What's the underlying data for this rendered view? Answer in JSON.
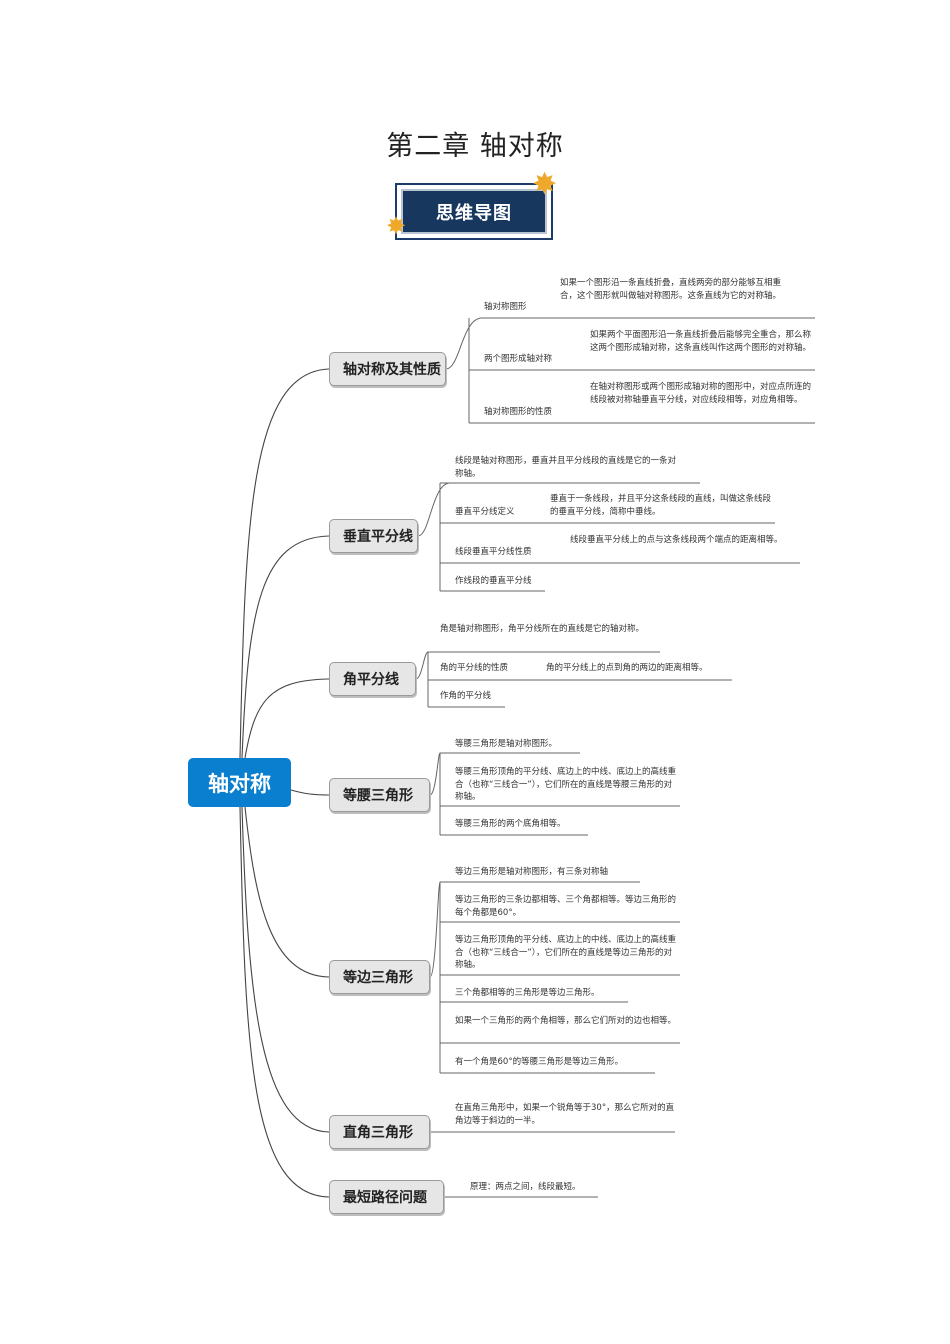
{
  "title": "第二章  轴对称",
  "banner": "思维导图",
  "root": "轴对称",
  "branches": [
    {
      "label": "轴对称及其性质",
      "items": [
        {
          "label": "轴对称图形",
          "detail": "如果一个图形沿一条直线折叠，直线两旁的部分能够互相重合，这个图形就叫做轴对称图形。这条直线为它的对称轴。"
        },
        {
          "label": "两个图形成轴对称",
          "detail": "如果两个平面图形沿一条直线折叠后能够完全重合，那么称这两个图形成轴对称，这条直线叫作这两个图形的对称轴。"
        },
        {
          "label": "轴对称图形的性质",
          "detail": "在轴对称图形或两个图形成轴对称的图形中，对应点所连的线段被对称轴垂直平分线，对应线段相等，对应角相等。"
        }
      ]
    },
    {
      "label": "垂直平分线",
      "items": [
        {
          "label": "线段是轴对称图形，垂直并且平分线段的直线是它的一条对称轴。"
        },
        {
          "label": "垂直平分线定义",
          "detail": "垂直于一条线段，并且平分这条线段的直线，叫做这条线段的垂直平分线，简称中垂线。"
        },
        {
          "label": "线段垂直平分线性质",
          "detail": "线段垂直平分线上的点与这条线段两个端点的距离相等。"
        },
        {
          "label": "作线段的垂直平分线"
        }
      ]
    },
    {
      "label": "角平分线",
      "items": [
        {
          "label": "角是轴对称图形，角平分线所在的直线是它的轴对称。"
        },
        {
          "label": "角的平分线的性质",
          "detail": "角的平分线上的点到角的两边的距离相等。"
        },
        {
          "label": "作角的平分线"
        }
      ]
    },
    {
      "label": "等腰三角形",
      "items": [
        {
          "label": "等腰三角形是轴对称图形。"
        },
        {
          "label": "等腰三角形顶角的平分线、底边上的中线、底边上的高线重合（也称“三线合一”），它们所在的直线是等腰三角形的对称轴。"
        },
        {
          "label": "等腰三角形的两个底角相等。"
        }
      ]
    },
    {
      "label": "等边三角形",
      "items": [
        {
          "label": "等边三角形是轴对称图形，有三条对称轴"
        },
        {
          "label": "等边三角形的三条边都相等、三个角都相等。等边三角形的每个角都是60°。"
        },
        {
          "label": "等边三角形顶角的平分线、底边上的中线、底边上的高线重合（也称“三线合一”），它们所在的直线是等边三角形的对称轴。"
        },
        {
          "label": "三个角都相等的三角形是等边三角形。"
        },
        {
          "label": "如果一个三角形的两个角相等，那么它们所对的边也相等。"
        },
        {
          "label": "有一个角是60°的等腰三角形是等边三角形。"
        }
      ]
    },
    {
      "label": "直角三角形",
      "items": [
        {
          "label": "在直角三角形中，如果一个锐角等于30°，那么它所对的直角边等于斜边的一半。"
        }
      ]
    },
    {
      "label": "最短路径问题",
      "items": [
        {
          "label": "原理：两点之间，线段最短。"
        }
      ]
    }
  ],
  "colors": {
    "root": "#0a7fcf",
    "banner": "#17375e",
    "topic_fill": "#e6e6e6",
    "line": "#444444",
    "star": "#f0a82a"
  }
}
